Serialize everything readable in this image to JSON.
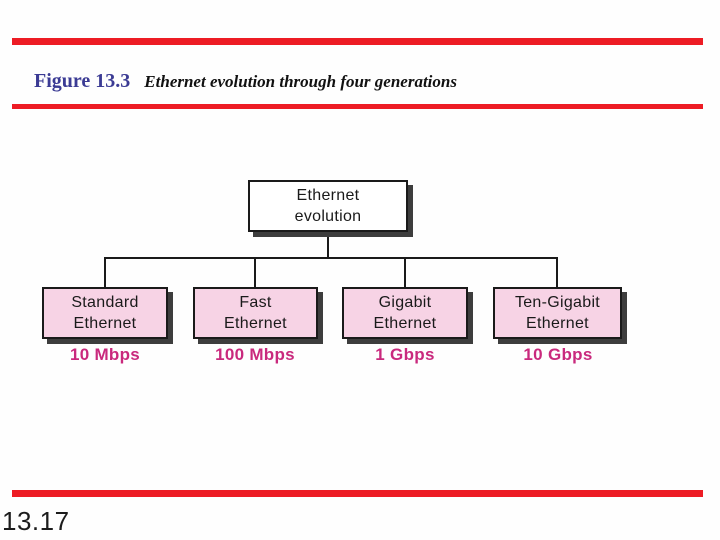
{
  "colors": {
    "accent_red": "#ed1c24",
    "figure_blue": "#3b3b94",
    "box_pink": "#f7d3e5",
    "speed_pink": "#c9297d",
    "ink": "#1a1a1a",
    "shadow_gray": "#3d3d3d"
  },
  "header": {
    "figure_label": "Figure 13.3",
    "figure_caption": "Ethernet evolution through four generations"
  },
  "diagram": {
    "root": {
      "line1": "Ethernet",
      "line2": "evolution"
    },
    "generations": [
      {
        "line1": "Standard",
        "line2": "Ethernet",
        "speed": "10 Mbps"
      },
      {
        "line1": "Fast",
        "line2": "Ethernet",
        "speed": "100 Mbps"
      },
      {
        "line1": "Gigabit",
        "line2": "Ethernet",
        "speed": "1 Gbps"
      },
      {
        "line1": "Ten-Gigabit",
        "line2": "Ethernet",
        "speed": "10 Gbps"
      }
    ]
  },
  "footer": {
    "page_number": "13.17"
  }
}
